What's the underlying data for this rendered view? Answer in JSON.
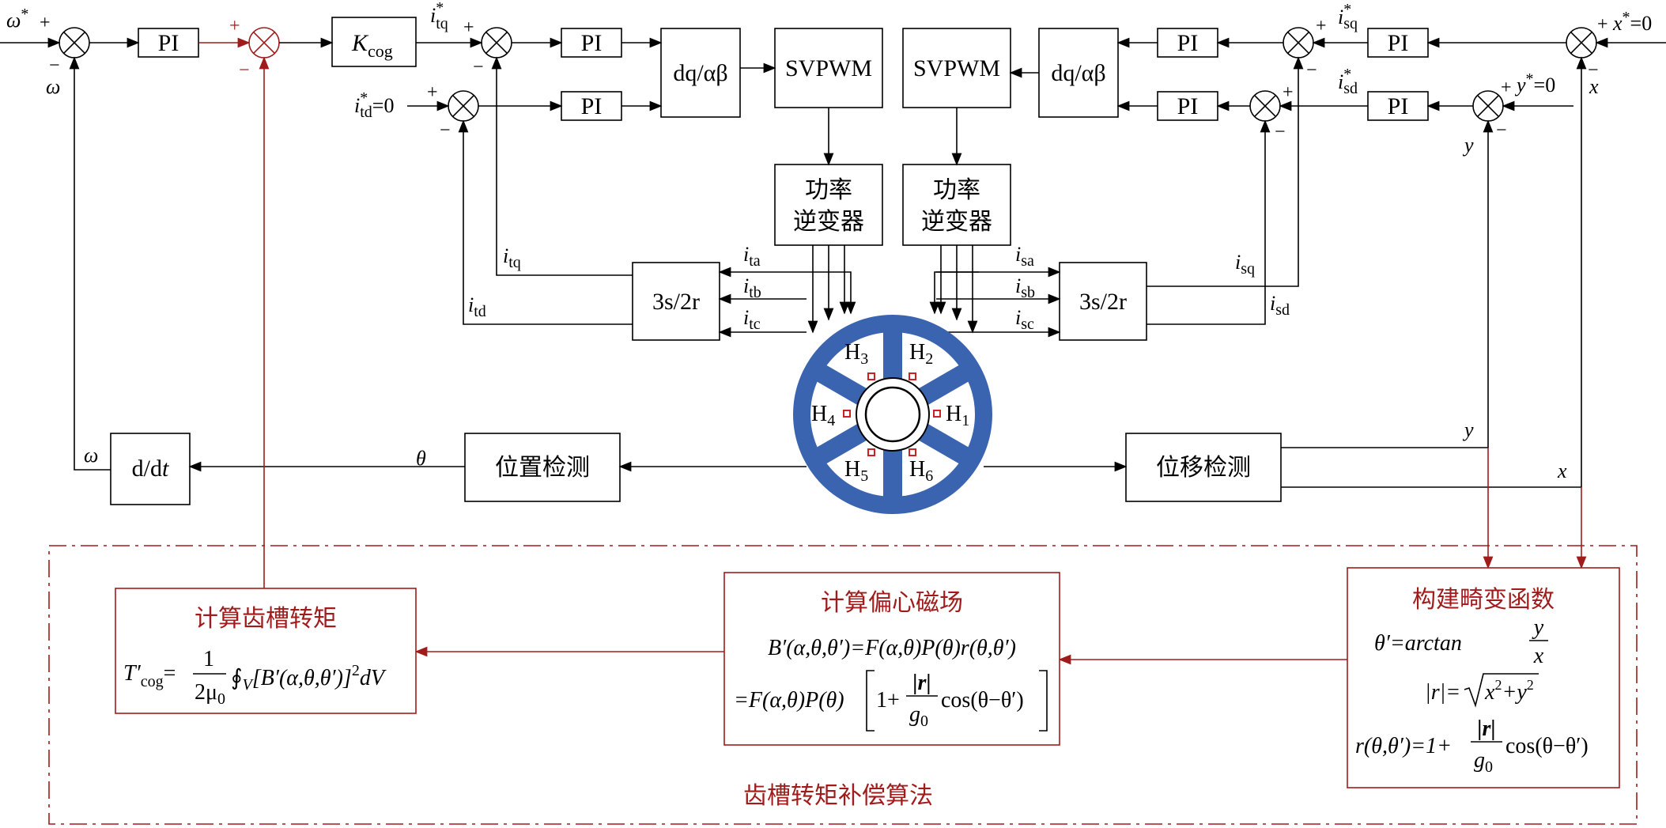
{
  "blocks": {
    "pi_speed": "PI",
    "kcog": "K",
    "kcog_sub": "cog",
    "pi_iq": "PI",
    "pi_id": "PI",
    "dq_left": "dq/αβ",
    "svpwm_left": "SVPWM",
    "svpwm_right": "SVPWM",
    "dq_right": "dq/αβ",
    "pi_isq_inner": "PI",
    "pi_isq_outer": "PI",
    "pi_isd_inner": "PI",
    "pi_isd_outer": "PI",
    "inverter_left_l1": "功率",
    "inverter_left_l2": "逆变器",
    "inverter_right_l1": "功率",
    "inverter_right_l2": "逆变器",
    "conv_left": "3s/2r",
    "conv_right": "3s/2r",
    "ddt": "d/d",
    "ddt_t": "t",
    "position_detect": "位置检测",
    "displacement_detect": "位移检测"
  },
  "signals": {
    "omega_ref": "ω",
    "omega_fb": "ω",
    "omega_ddt": "ω",
    "itq_ref": "i",
    "itq_ref_sub": "tq",
    "itd_ref": "i",
    "itd_ref_sub": "td",
    "itd_ref_val": "=0",
    "itq": "i",
    "itq_sub": "tq",
    "itd": "i",
    "itd_sub": "td",
    "ita": "i",
    "ita_sub": "ta",
    "itb": "i",
    "itb_sub": "tb",
    "itc": "i",
    "itc_sub": "tc",
    "isa": "i",
    "isa_sub": "sa",
    "isb": "i",
    "isb_sub": "sb",
    "isc": "i",
    "isc_sub": "sc",
    "isq": "i",
    "isq_sub": "sq",
    "isd": "i",
    "isd_sub": "sd",
    "isq_ref": "i",
    "isq_ref_sub": "sq",
    "isd_ref": "i",
    "isd_ref_sub": "sd",
    "x_ref": "x",
    "x_ref_val": "=0",
    "y_ref": "y",
    "y_ref_val": "=0",
    "x_fb": "x",
    "y_fb": "y",
    "x_out": "x",
    "y_out": "y",
    "theta": "θ",
    "star": "*",
    "plus": "+",
    "minus": "−"
  },
  "motor": {
    "halls": [
      "H",
      "H",
      "H",
      "H",
      "H",
      "H"
    ],
    "hall_subs": [
      "1",
      "2",
      "3",
      "4",
      "5",
      "6"
    ]
  },
  "compensation": {
    "title": "齿槽转矩补偿算法",
    "torque_title": "计算齿槽转矩",
    "torque_formula_lhs": "T′",
    "torque_formula_lhs_sub": "cog",
    "torque_formula_eq": "=",
    "torque_frac_num": "1",
    "torque_frac_den": "2μ",
    "torque_frac_den_sub": "0",
    "torque_formula_rest": "∮",
    "torque_formula_v": "V",
    "torque_formula_tail": "[B′(α,θ,θ′)]",
    "torque_formula_sq": "2",
    "torque_formula_dv": "dV",
    "field_title": "计算偏心磁场",
    "field_line1": "B′(α,θ,θ′)=F(α,θ)P(θ)r(θ,θ′)",
    "field_line2_a": "=F(α,θ)P(θ)",
    "field_line2_one": "1+",
    "field_line2_num": "|r|",
    "field_line2_den": "g",
    "field_line2_den_sub": "0",
    "field_line2_cos": "cos(θ−θ′)",
    "distort_title": "构建畸变函数",
    "distort_line1_a": "θ′=arctan",
    "distort_line1_num": "y",
    "distort_line1_den": "x",
    "distort_line2": "|r|=",
    "distort_line2_rad": "x",
    "distort_line2_sup": "2",
    "distort_line2_plus": "+y",
    "distort_line2_sup2": "2",
    "distort_line3_a": "r(θ,θ′)=1+",
    "distort_line3_num": "|r|",
    "distort_line3_den": "g",
    "distort_line3_den_sub": "0",
    "distort_line3_cos": "cos(θ−θ′)"
  },
  "colors": {
    "line": "#000000",
    "accent_red": "#a01c1c",
    "motor_blue": "#3a63b0"
  }
}
